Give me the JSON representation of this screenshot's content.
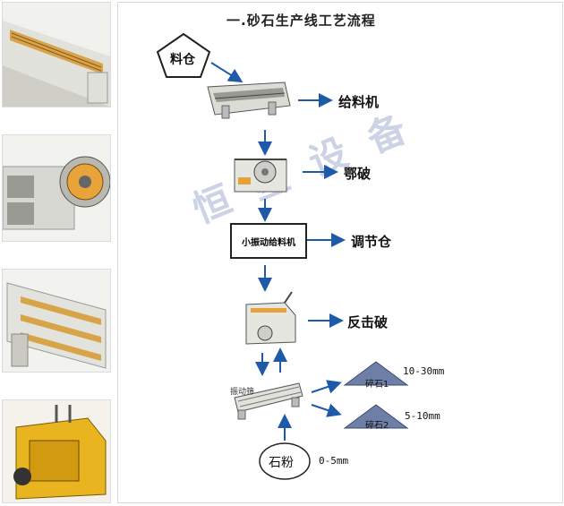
{
  "title": "一.砂石生产线工艺流程",
  "silo": "料仓",
  "stages": {
    "feeder": "给料机",
    "jaw": "鄂破",
    "adjust": "调节仓",
    "impact": "反击破"
  },
  "small_feeder": "小振动给料机",
  "screen": "振动筛",
  "products": [
    {
      "label": "碎石1",
      "size": "10-30mm"
    },
    {
      "label": "碎石2",
      "size": "5-10mm"
    }
  ],
  "powder": {
    "label": "石粉",
    "size": "0-5mm"
  },
  "watermark": "恒星设备",
  "colors": {
    "arrow": "#1f5aa8",
    "machine_orange": "#e6a23a",
    "gravel": "#6d7fa6"
  }
}
